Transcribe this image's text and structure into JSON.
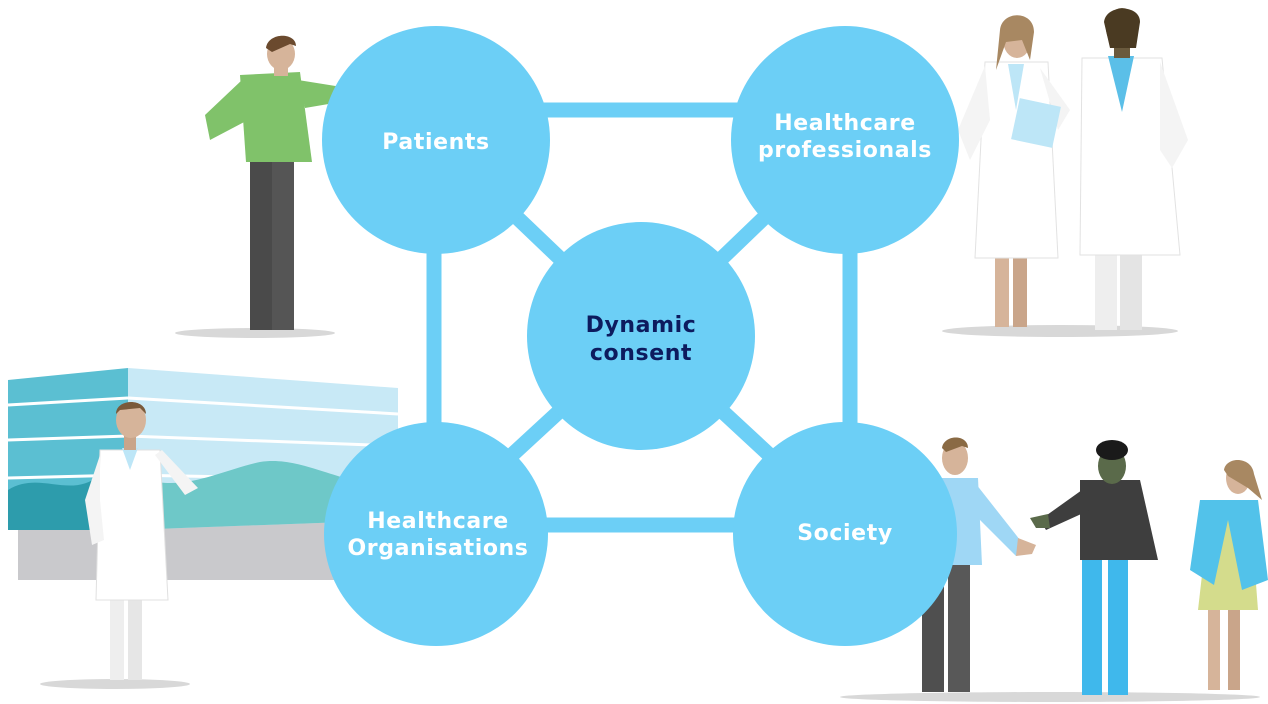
{
  "colors": {
    "node_fill": "#6ccff6",
    "node_text": "#ffffff",
    "center_text": "#0d1b5e",
    "connector": "#6ccff6",
    "shadow": "#d8d8d8"
  },
  "diagram": {
    "center": {
      "line1": "Dynamic",
      "line2": "consent"
    },
    "nodes": {
      "patients": {
        "line1": "Patients"
      },
      "professionals": {
        "line1": "Healthcare",
        "line2": "professionals"
      },
      "organisations": {
        "line1": "Healthcare",
        "line2": "Organisations"
      },
      "society": {
        "line1": "Society"
      }
    }
  },
  "illustrations": [
    "man-pointing-green-sweater",
    "two-doctors-with-clipboard",
    "hospital-building-with-doctor",
    "three-people-talking"
  ]
}
